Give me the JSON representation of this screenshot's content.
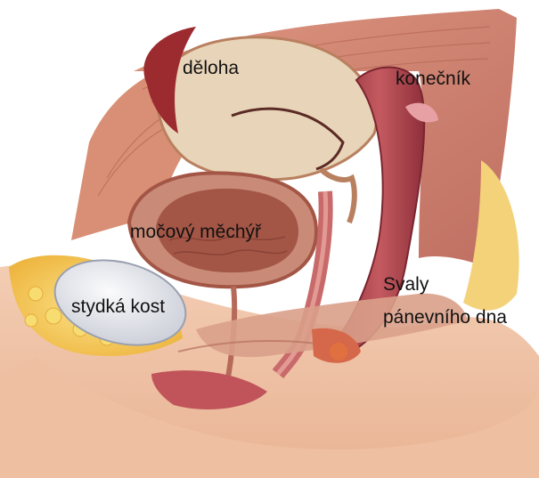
{
  "labels": {
    "uterus": "děloha",
    "rectum": "konečník",
    "bladder": "močový měchýř",
    "pubic_bone": "stydká kost",
    "pelvic_floor_line1": "Svaly",
    "pelvic_floor_line2": "pánevního dna"
  },
  "colors": {
    "skin": "#f0c2a6",
    "muscle": "#c9705e",
    "uterus_wall": "#e8d4b8",
    "bladder": "#a45646",
    "rectum": "#a33b43",
    "fat": "#f4d05a",
    "bone": "#e7e8ec"
  }
}
